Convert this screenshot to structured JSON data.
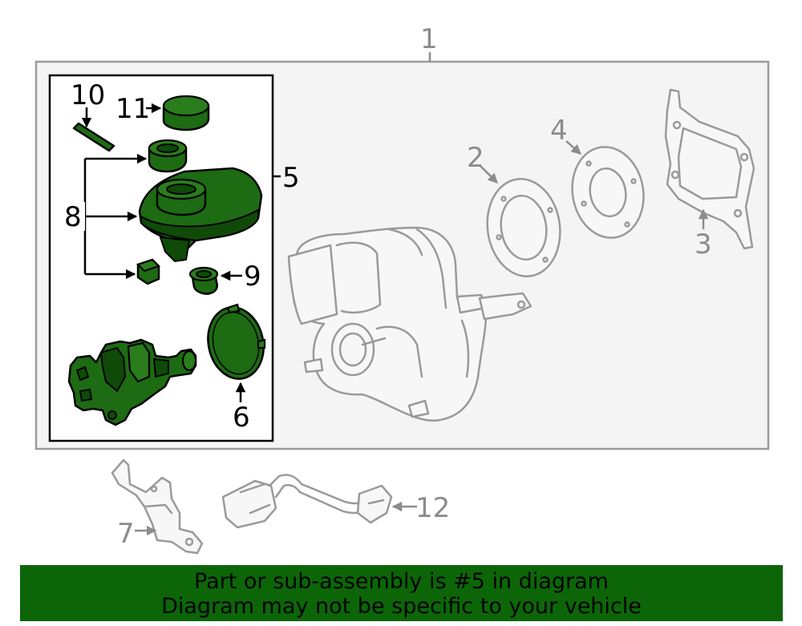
{
  "callouts": {
    "c1": "1",
    "c2": "2",
    "c3": "3",
    "c4": "4",
    "c5": "5",
    "c6": "6",
    "c7": "7",
    "c8": "8",
    "c9": "9",
    "c10": "10",
    "c11": "11",
    "c12": "12"
  },
  "banner": {
    "line1": "Part or sub-assembly is #5 in diagram",
    "line2": "Diagram may not be specific to your vehicle"
  },
  "colors": {
    "highlight_part": "#1d6b12",
    "banner_bg": "#0c6608",
    "ghost_outline": "#9a9a9a"
  }
}
